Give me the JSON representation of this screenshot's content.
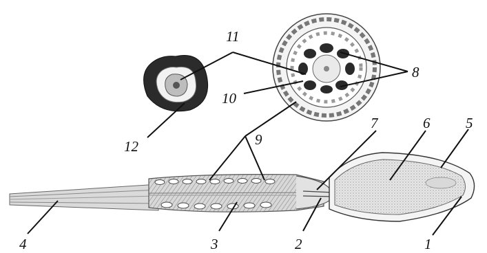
{
  "labels": {
    "l1": "1",
    "l2": "2",
    "l3": "3",
    "l4": "4",
    "l5": "5",
    "l6": "6",
    "l7": "7",
    "l8": "8",
    "l9": "9",
    "l10": "10",
    "l11": "11",
    "l12": "12"
  },
  "colors": {
    "ink": "#111111",
    "tissue": "#cfcfcf",
    "dark": "#333333",
    "light": "#efefef"
  }
}
